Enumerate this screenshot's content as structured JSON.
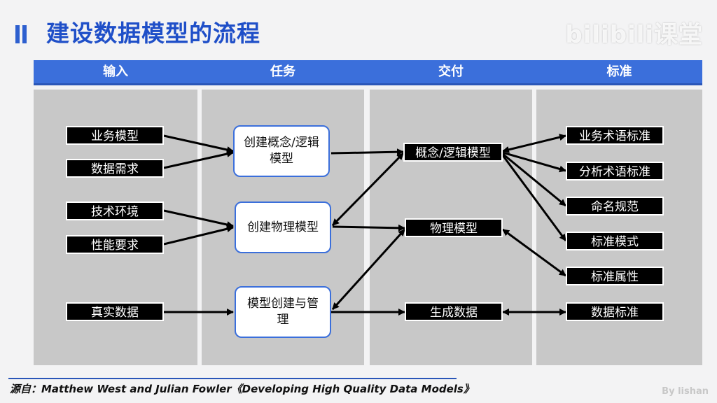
{
  "title": "建设数据模型的流程",
  "logo_text": "bilibili课堂",
  "columns": {
    "input": "输入",
    "task": "任务",
    "deliver": "交付",
    "standard": "标准"
  },
  "inputs": [
    "业务模型",
    "数据需求",
    "技术环境",
    "性能要求",
    "真实数据"
  ],
  "tasks": [
    "创建概念/逻辑模型",
    "创建物理模型",
    "模型创建与管理"
  ],
  "deliverables": [
    "概念/逻辑模型",
    "物理模型",
    "生成数据"
  ],
  "standards": [
    "业务术语标准",
    "分析术语标准",
    "命名规范",
    "标准模式",
    "标准属性",
    "数据标准"
  ],
  "source": "源自：Matthew West and Julian Fowler《Developing High Quality Data Models》",
  "author": "By lishan",
  "colors": {
    "accent": "#2d5fcf",
    "header": "#3b6fdb",
    "panel": "#c8c8c8"
  }
}
